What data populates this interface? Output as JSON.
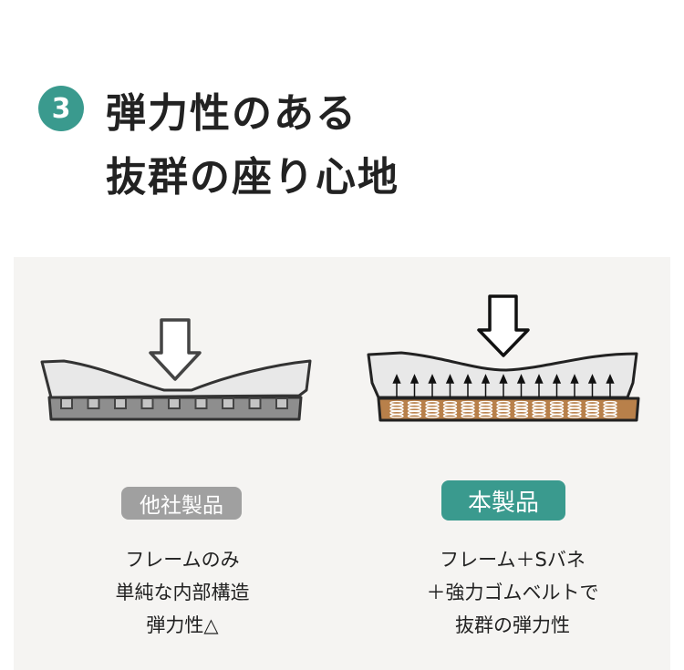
{
  "header": {
    "number": "3",
    "title_line1": "弾力性のある",
    "title_line2": "抜群の座り心地"
  },
  "left": {
    "badge": "他社製品",
    "lines": [
      "フレームのみ",
      "単純な内部構造",
      "弾力性△"
    ]
  },
  "right": {
    "badge": "本製品",
    "lines": [
      "フレーム＋Sバネ",
      "＋強力ゴムベルトで",
      "抜群の弾力性"
    ]
  },
  "colors": {
    "accent": "#3a9a8e",
    "gray_badge": "#a0a0a0",
    "spring_base": "#b8804a",
    "panel_bg": "#f5f4f2"
  }
}
